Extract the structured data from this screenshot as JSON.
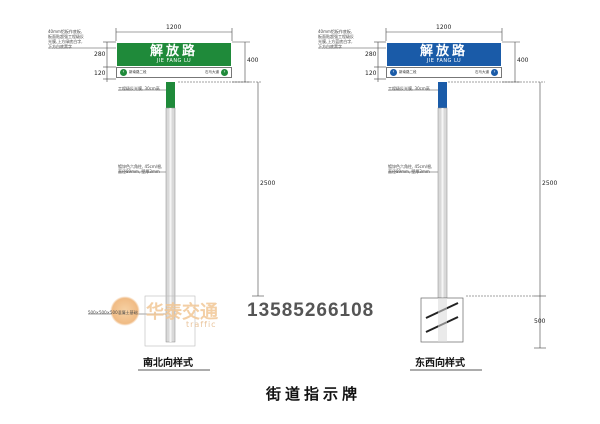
{
  "dimensions": {
    "width_1200": "1200",
    "h_280": "280",
    "h_120": "120",
    "h_400": "400",
    "h_2500": "2500",
    "h_500": "500"
  },
  "annotations": {
    "panel_note": [
      "40mm铝板作底板,",
      "板面贴超强工程级反",
      "光膜,上方绿底白字,",
      "下方白底黑字"
    ],
    "panel_note_right": [
      "40mm铝板作底板,",
      "板面贴超强工程级反",
      "光膜,上方蓝底白字,",
      "下方白底黑字"
    ],
    "collar_note": "工程级反光膜, 30cm高",
    "pole_note": [
      "镀锌色六角柱, 45cm/根,",
      "直径89mm, 壁厚3mm"
    ],
    "base_note": "500×500×500混凝土基础"
  },
  "signs": {
    "left": {
      "road_name": "解放路",
      "pinyin": "JIE FANG LU",
      "direction_left": "新南路二段",
      "direction_right": "石马大道",
      "color": "#1f8a3a"
    },
    "right": {
      "road_name": "解放路",
      "pinyin": "JIE FANG LU",
      "direction_left": "新南路二段",
      "direction_right": "石马大道",
      "color": "#1a5ba8"
    }
  },
  "captions": {
    "left": "南北向样式",
    "right": "东西向样式"
  },
  "title": "街道指示牌",
  "phone": "13585266108",
  "watermark": {
    "brand": "华泰交通",
    "sub": "traffic"
  },
  "colors": {
    "green": "#1f8a3a",
    "blue": "#1a5ba8",
    "pole": "#d9d9d9"
  }
}
